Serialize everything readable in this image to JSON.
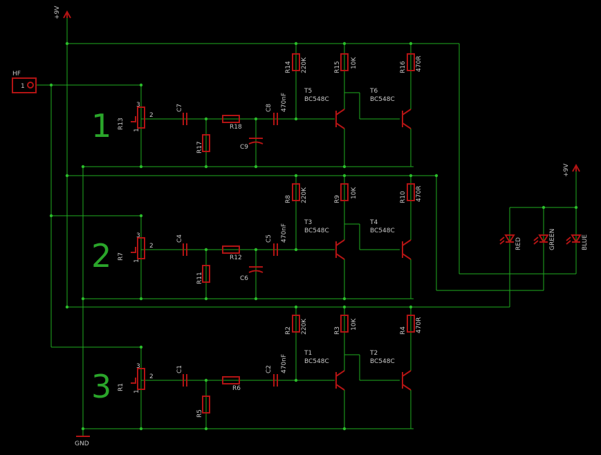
{
  "schematic": {
    "power_labels": [
      "+9V",
      "+9V"
    ],
    "ground_label": "GND",
    "input_label": "HF",
    "input_pin": "1",
    "channel_numbers": [
      "1",
      "2",
      "3"
    ],
    "pot_pins": {
      "p1": "1",
      "p2": "2",
      "p3": "3"
    },
    "stages": [
      {
        "pot": "R13",
        "cap_a": "C7",
        "res_shunt": "R17",
        "res_series": "R18",
        "cap_b": "C9",
        "cap_c": "C8",
        "cap_c_value": "470nF",
        "r_bias": "R14",
        "r_bias_value": "220K",
        "r_col": "R15",
        "r_col_value": "10K",
        "r_out": "R16",
        "r_out_value": "470R",
        "q1": "T5",
        "q1_type": "BC548C",
        "q2": "T6",
        "q2_type": "BC548C"
      },
      {
        "pot": "R7",
        "cap_a": "C4",
        "res_shunt": "R11",
        "res_series": "R12",
        "cap_b": "C6",
        "cap_c": "C5",
        "cap_c_value": "470nF",
        "r_bias": "R8",
        "r_bias_value": "220K",
        "r_col": "R9",
        "r_col_value": "10K",
        "r_out": "R10",
        "r_out_value": "470R",
        "q1": "T3",
        "q1_type": "BC548C",
        "q2": "T4",
        "q2_type": "BC548C"
      },
      {
        "pot": "R1",
        "cap_a": "C1",
        "res_shunt": "R5",
        "res_series": "R6",
        "cap_b": "",
        "cap_c": "C2",
        "cap_c_value": "470nF",
        "r_bias": "R2",
        "r_bias_value": "220K",
        "r_col": "R3",
        "r_col_value": "10K",
        "r_out": "R4",
        "r_out_value": "470R",
        "q1": "T1",
        "q1_type": "BC548C",
        "q2": "T2",
        "q2_type": "BC548C"
      }
    ],
    "leds": [
      "RED",
      "GREEN",
      "BLUE"
    ],
    "colors": {
      "background": "#000000",
      "wire": "#1fae1f",
      "part": "#b31414",
      "text": "#c8c8c8",
      "channel_number": "#2aa52a"
    }
  }
}
